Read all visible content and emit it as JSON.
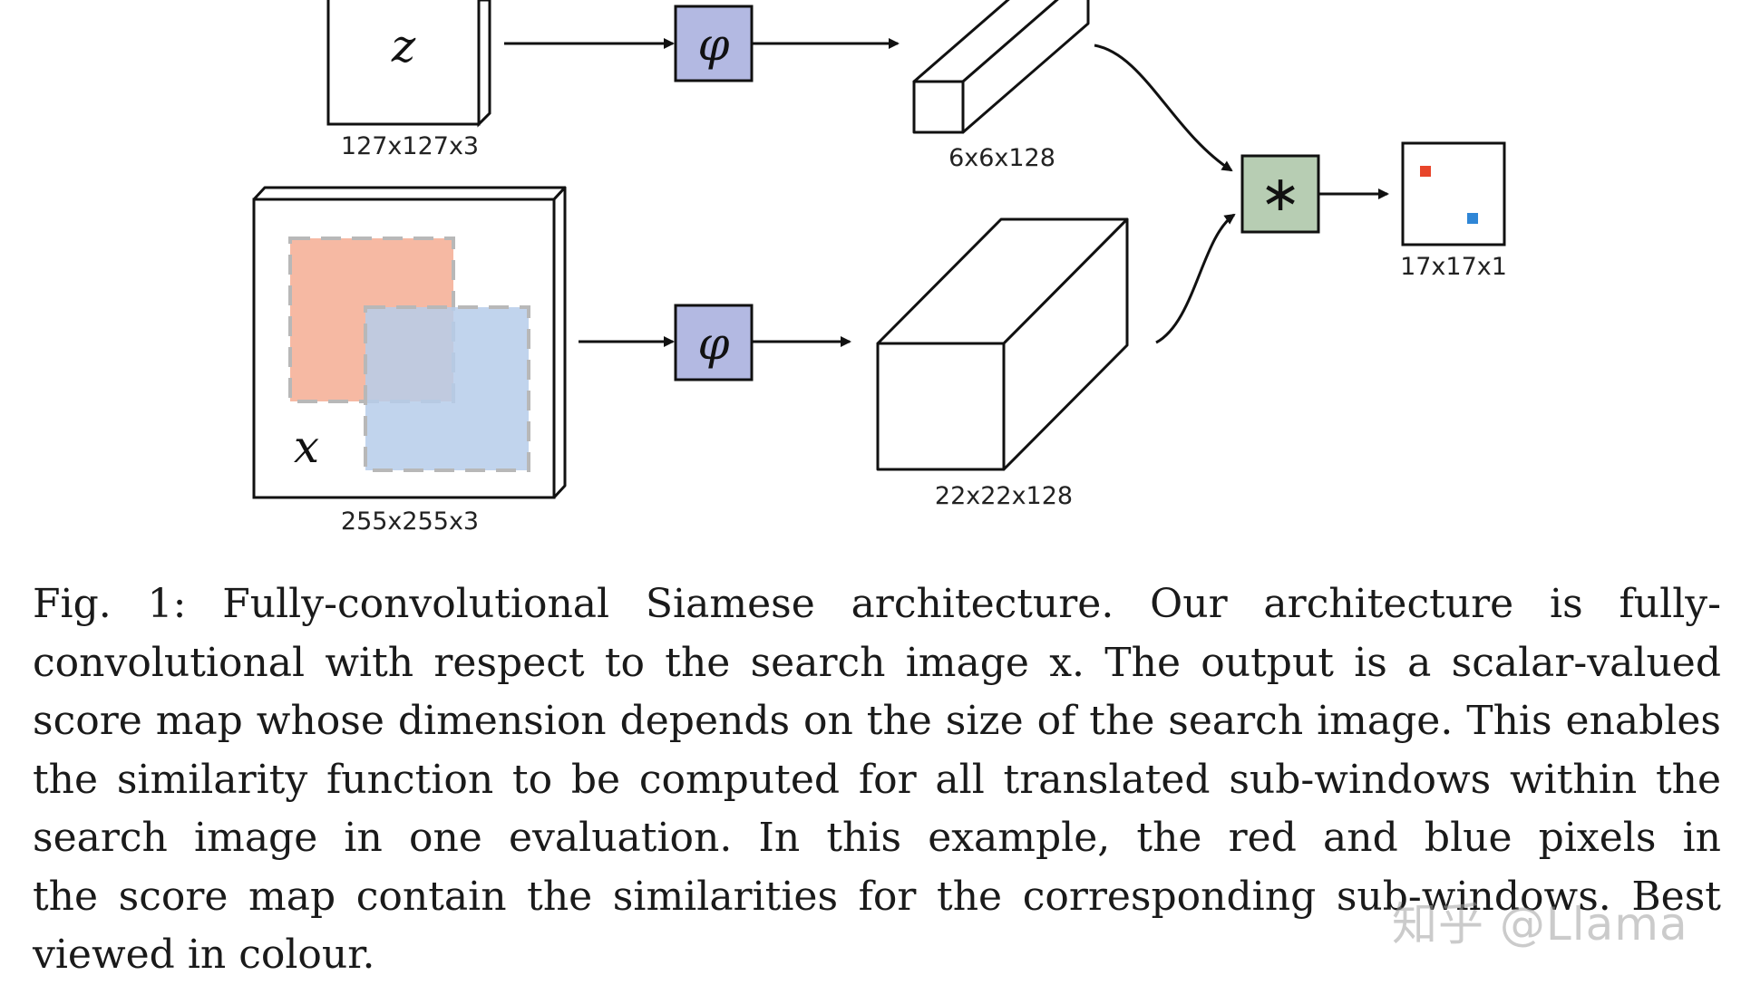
{
  "diagram": {
    "exemplar": {
      "symbol": "z",
      "dims": "127x127x3"
    },
    "search": {
      "symbol": "x",
      "dims": "255x255x3"
    },
    "embedding_symbol": "φ",
    "exemplar_feature_dims": "6x6x128",
    "search_feature_dims": "22x22x128",
    "correlation_symbol": "∗",
    "score_map_dims": "17x17x1",
    "colors": {
      "embedding_fill": "#b3b9e2",
      "correlation_fill": "#b7cdb3",
      "red_window": "#f6b9a3",
      "blue_window": "#b6cdea",
      "red_pixel": "#e8452a",
      "blue_pixel": "#2f86d6"
    }
  },
  "caption": {
    "lines": [
      "Fig. 1: Fully-convolutional Siamese architecture. Our architecture is fully-",
      "convolutional with respect to the search image x. The output is a scalar-valued",
      "score map whose dimension depends on the size of the search image. This enables",
      "the similarity function to be computed for all translated sub-windows within the",
      "search image in one evaluation. In this example, the red and blue pixels in",
      "the score map contain the similarities for the corresponding sub-windows. Best",
      "viewed in colour."
    ]
  },
  "watermark": "知乎 @Llama"
}
